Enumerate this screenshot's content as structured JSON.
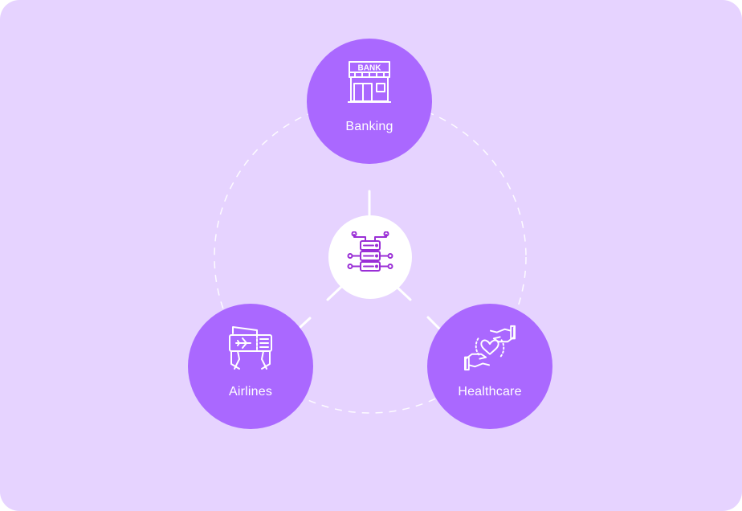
{
  "diagram": {
    "hub": {
      "icon": "server-network-icon"
    },
    "nodes": [
      {
        "id": "banking",
        "label": "Banking",
        "icon": "bank-building-icon"
      },
      {
        "id": "airlines",
        "label": "Airlines",
        "icon": "boarding-pass-icon"
      },
      {
        "id": "healthcare",
        "label": "Healthcare",
        "icon": "hands-heart-icon"
      }
    ]
  },
  "colors": {
    "background": "#e6d3ff",
    "node_fill": "#aa68ff",
    "hub_fill": "#ffffff",
    "hub_icon": "#9a2fd6",
    "connector": "#ffffff"
  }
}
